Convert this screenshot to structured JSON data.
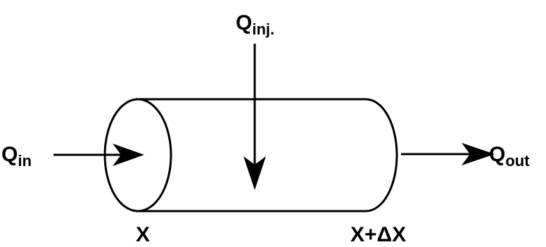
{
  "diagram": {
    "labels": {
      "q_inj_main": "Q",
      "q_inj_sub": "inj.",
      "q_in_main": "Q",
      "q_in_sub": "in",
      "q_out_main": "Q",
      "q_out_sub": "out",
      "x_start": "X",
      "x_end": "X+ΔX"
    }
  }
}
